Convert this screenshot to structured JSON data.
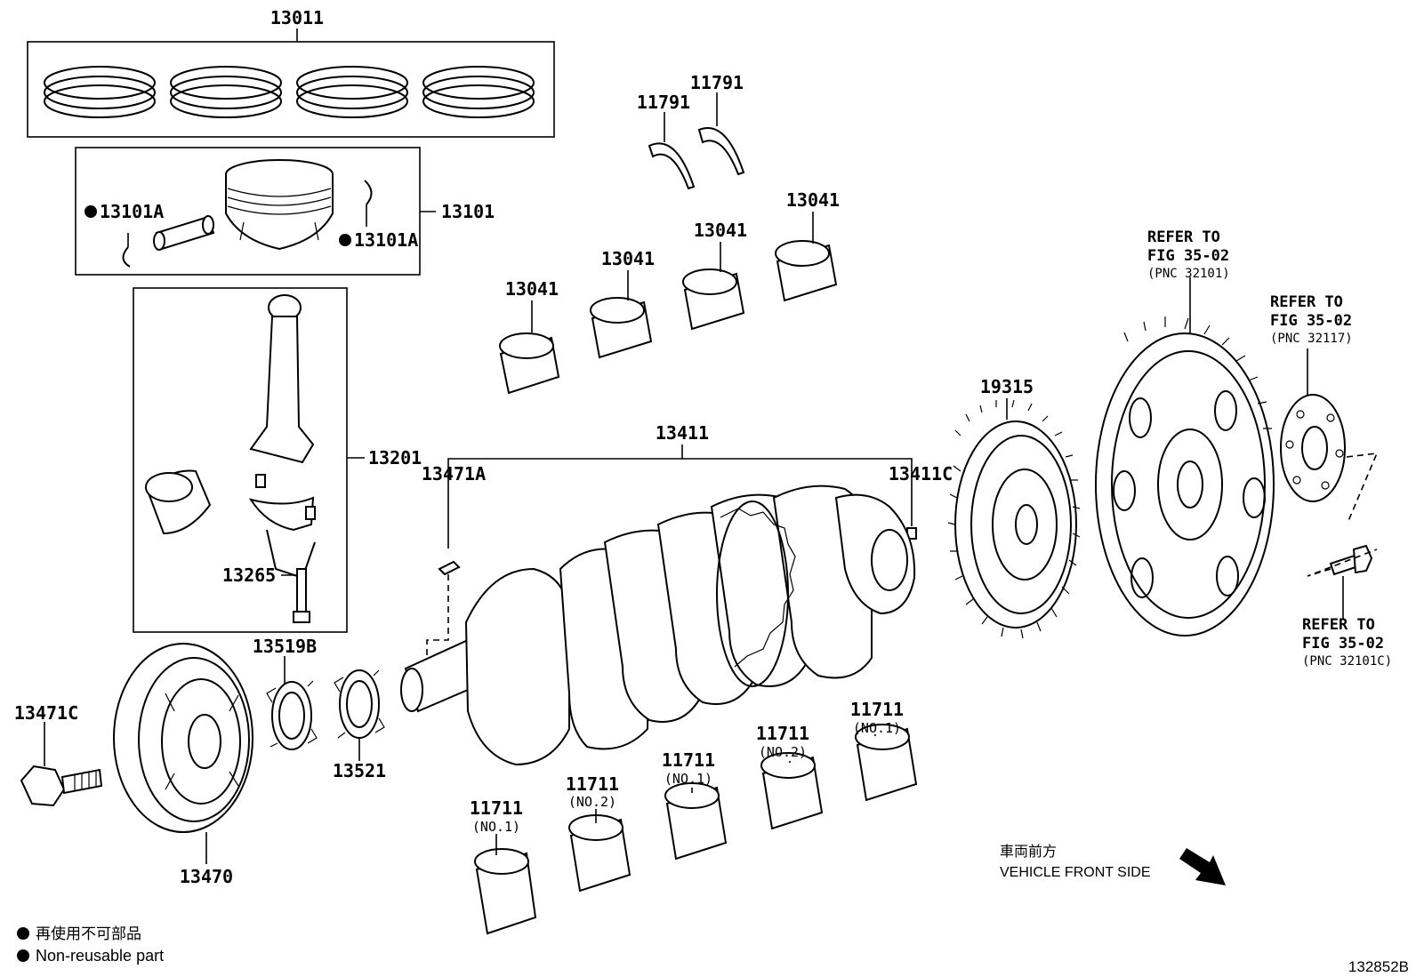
{
  "callouts": {
    "c13011": "13011",
    "c13101": "13101",
    "c13101a_left": "13101A",
    "c13101a_right": "13101A",
    "c13201": "13201",
    "c13265": "13265",
    "c13519b": "13519B",
    "c13521": "13521",
    "c13471c": "13471C",
    "c13470": "13470",
    "c13471a": "13471A",
    "c13411": "13411",
    "c13411c": "13411C",
    "c11791_a": "11791",
    "c11791_b": "11791",
    "c13041_a": "13041",
    "c13041_b": "13041",
    "c13041_c": "13041",
    "c13041_d": "13041",
    "c19315": "19315",
    "c11711_a": "11711",
    "c11711_a_sub": "(NO.1)",
    "c11711_b": "11711",
    "c11711_b_sub": "(NO.2)",
    "c11711_c": "11711",
    "c11711_c_sub": "(NO.1)",
    "c11711_d": "11711",
    "c11711_d_sub": "(NO.2)",
    "c11711_e": "11711",
    "c11711_e_sub": "(NO.1)"
  },
  "references": {
    "ref1": {
      "l1": "REFER TO",
      "l2": "FIG 35-02",
      "l3": "(PNC 32101)"
    },
    "ref2": {
      "l1": "REFER TO",
      "l2": "FIG 35-02",
      "l3": "(PNC 32117)"
    },
    "ref3": {
      "l1": "REFER TO",
      "l2": "FIG 35-02",
      "l3": "(PNC 32101C)"
    }
  },
  "orientation": {
    "jp": "車両前方",
    "en": "VEHICLE FRONT SIDE"
  },
  "legend": {
    "jp": "再使用不可部品",
    "en": "Non-reusable part"
  },
  "figure_id": "132852B"
}
